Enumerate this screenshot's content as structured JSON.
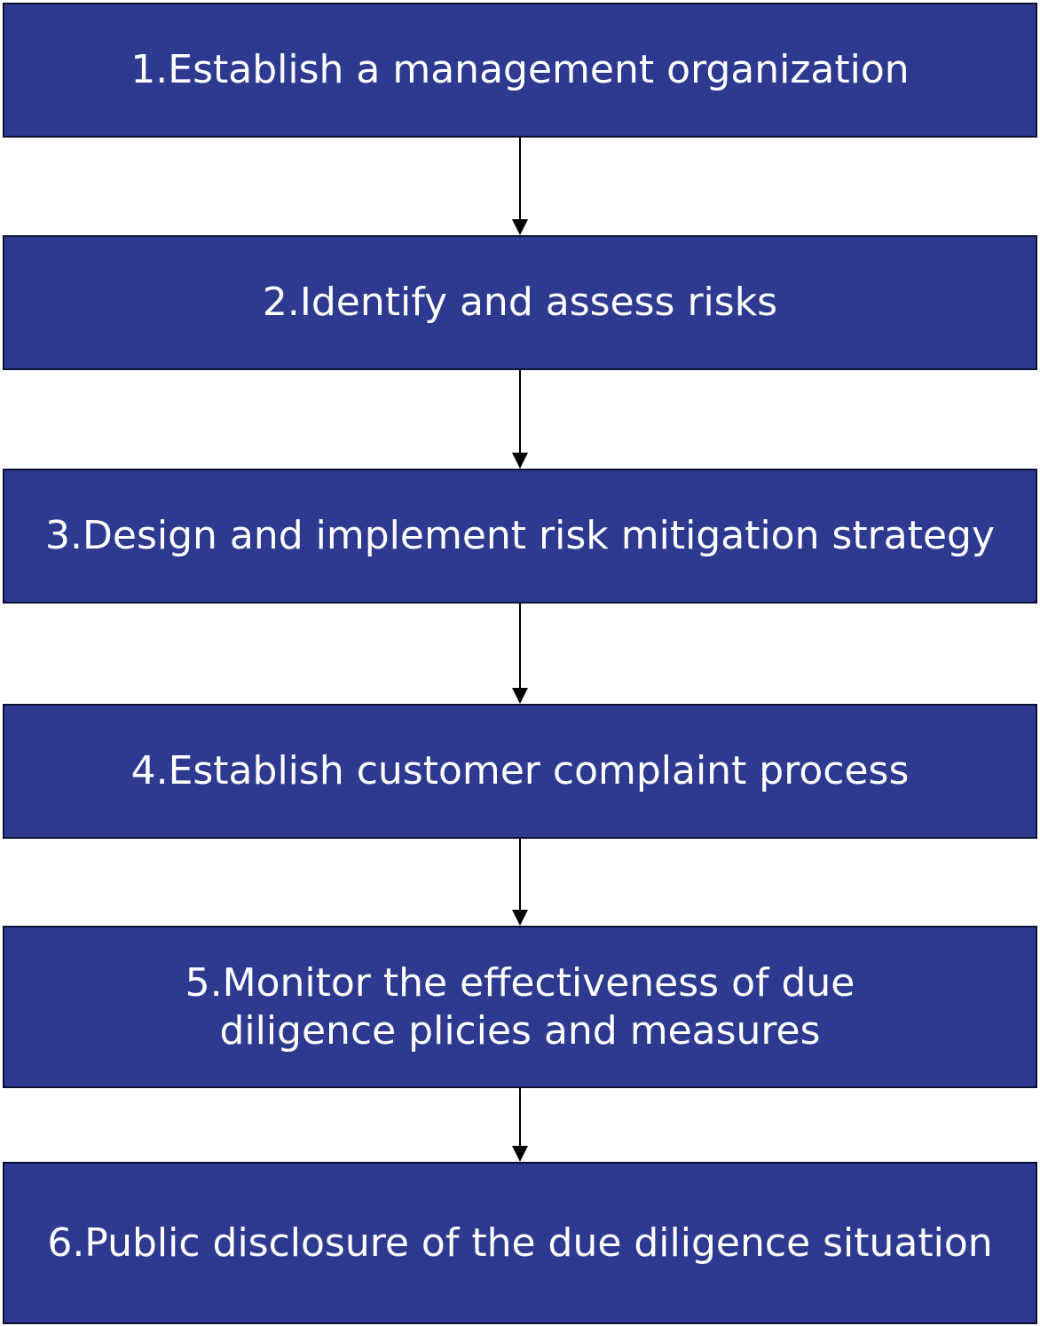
{
  "colors": {
    "box_fill": "#2e3a8f",
    "box_border": "#0c1133",
    "text": "#ffffff",
    "arrow": "#000000"
  },
  "steps": [
    {
      "label": "1.Establish a management organization"
    },
    {
      "label": "2.Identify and assess risks"
    },
    {
      "label": "3.Design and implement risk mitigation strategy"
    },
    {
      "label": "4.Establish customer complaint process"
    },
    {
      "label": "5.Monitor the effectiveness of due diligence plicies and measures"
    },
    {
      "label": "6.Public disclosure of the due diligence situation"
    }
  ]
}
